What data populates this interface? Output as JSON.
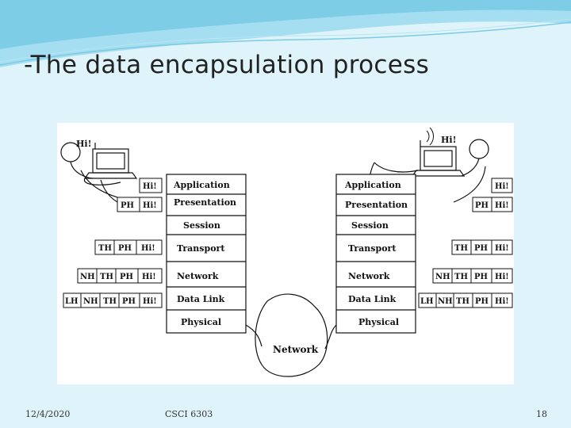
{
  "slide": {
    "title": "-The data encapsulation process",
    "footer": {
      "date": "12/4/2020",
      "course": "CSCI 6303",
      "page": "18"
    }
  },
  "diagram": {
    "greeting": "Hi!",
    "layers": [
      "Application",
      "Presentation",
      "Session",
      "Transport",
      "Network",
      "Data Link",
      "Physical"
    ],
    "network_label": "Network",
    "headers": {
      "application": [
        "Hi!"
      ],
      "presentation": [
        "PH",
        "Hi!"
      ],
      "transport": [
        "TH",
        "PH",
        "Hi!"
      ],
      "network": [
        "NH",
        "TH",
        "PH",
        "Hi!"
      ],
      "datalink": [
        "LH",
        "NH",
        "TH",
        "PH",
        "Hi!"
      ]
    }
  },
  "colors": {
    "background": "#dff3fa",
    "wave": "#8fd3ea",
    "figure_bg": "#ffffff",
    "ink": "#111111"
  }
}
